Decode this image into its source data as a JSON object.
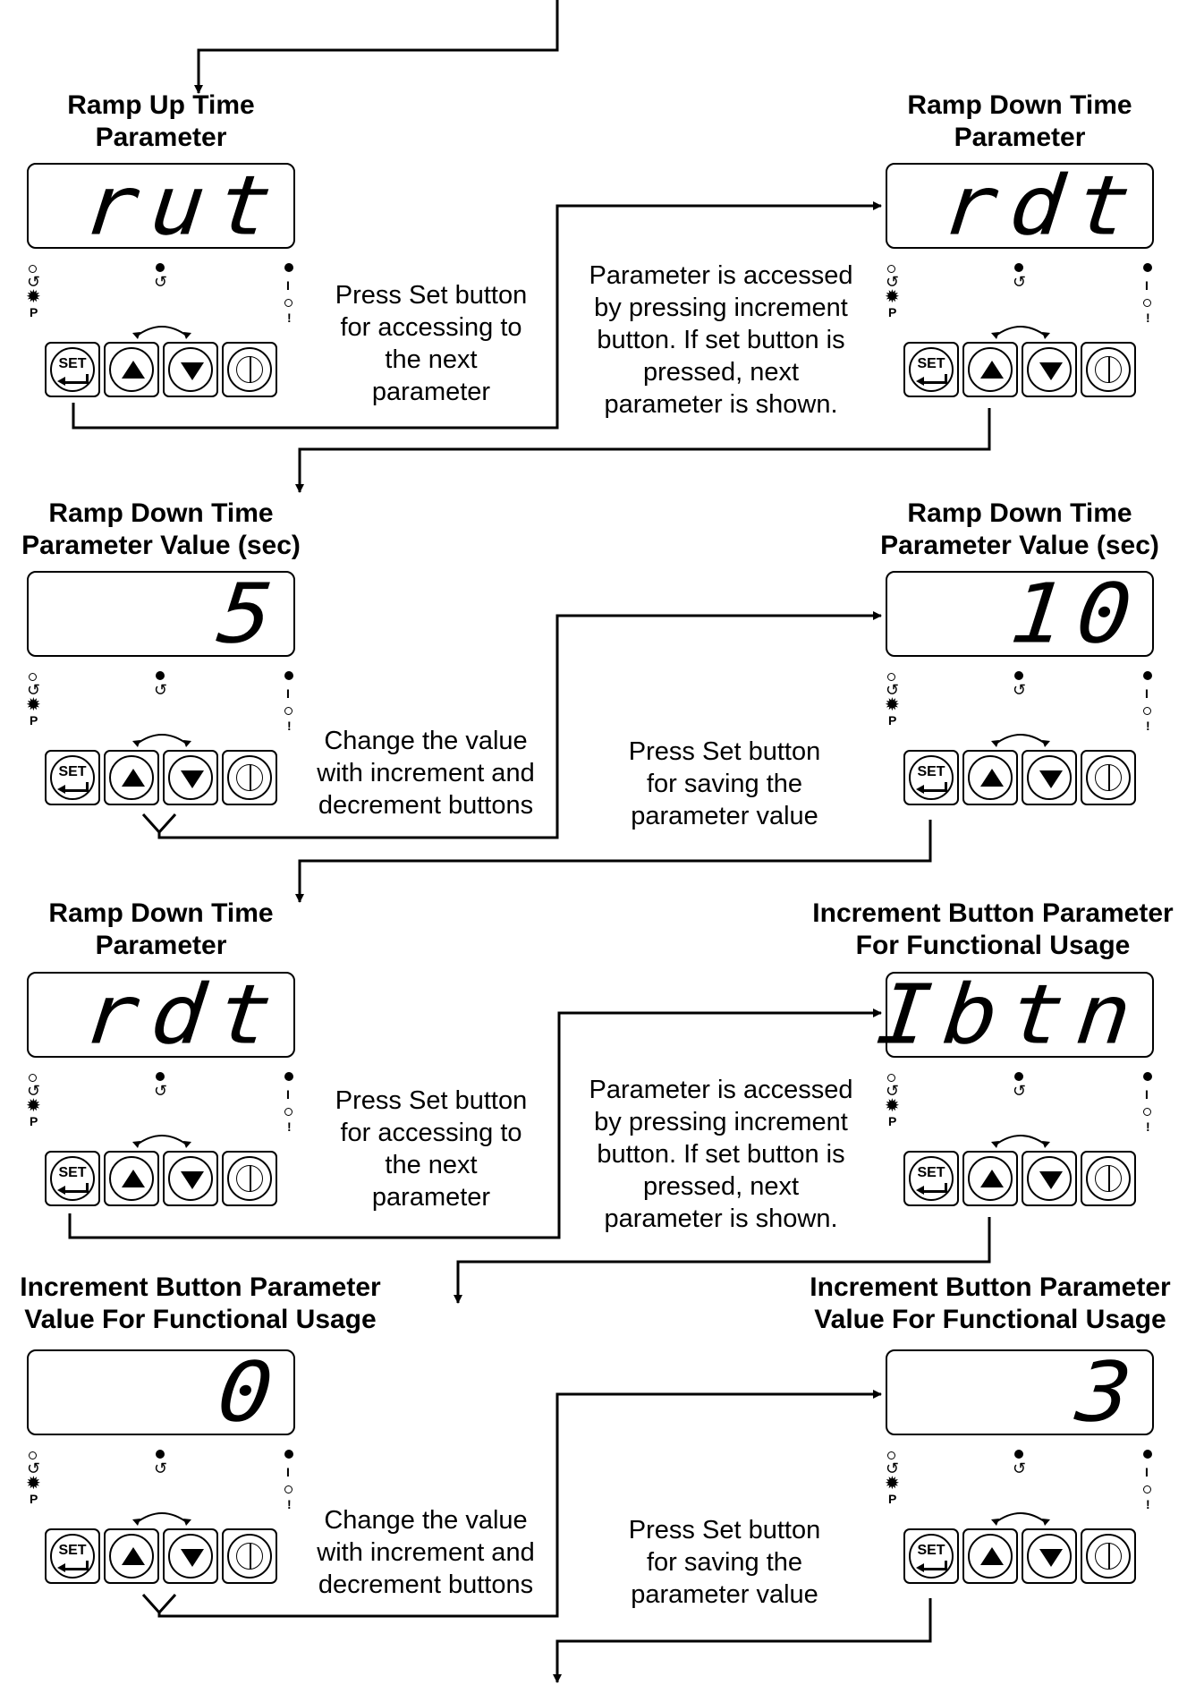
{
  "titles": {
    "r1_left": [
      "Ramp Up Time",
      "Parameter"
    ],
    "r1_right": [
      "Ramp Down Time",
      "Parameter"
    ],
    "r2_left": [
      "Ramp Down Time",
      "Parameter Value (sec)"
    ],
    "r2_right": [
      "Ramp Down Time",
      "Parameter Value (sec)"
    ],
    "r3_left": [
      "Ramp Down Time",
      "Parameter"
    ],
    "r3_right": [
      "Increment Button Parameter",
      "For Functional Usage"
    ],
    "r4_left": [
      "Increment Button Parameter",
      "Value For Functional Usage"
    ],
    "r4_right": [
      "Increment Button Parameter",
      "Value For Functional Usage"
    ]
  },
  "displays": {
    "r1_left": "rut",
    "r1_right": "rdt",
    "r2_left": "5",
    "r2_right": "10",
    "r3_left": "rdt",
    "r3_right": "Ibtn",
    "r4_left": "0",
    "r4_right": "3"
  },
  "descriptions": {
    "press_set_next": [
      "Press Set button",
      "for accessing to",
      "the next",
      "parameter"
    ],
    "param_accessed": [
      "Parameter is accessed",
      "by pressing increment",
      "button.  If set button is",
      "pressed, next",
      "parameter is shown."
    ],
    "change_value": [
      "Change the value",
      "with increment and",
      "decrement buttons"
    ],
    "press_set_save": [
      "Press Set button",
      "for saving the",
      "parameter value"
    ]
  },
  "buttons": {
    "set_label": "SET"
  },
  "indicators": {
    "p_label": "P",
    "exclaim": "!",
    "bar": "I"
  }
}
